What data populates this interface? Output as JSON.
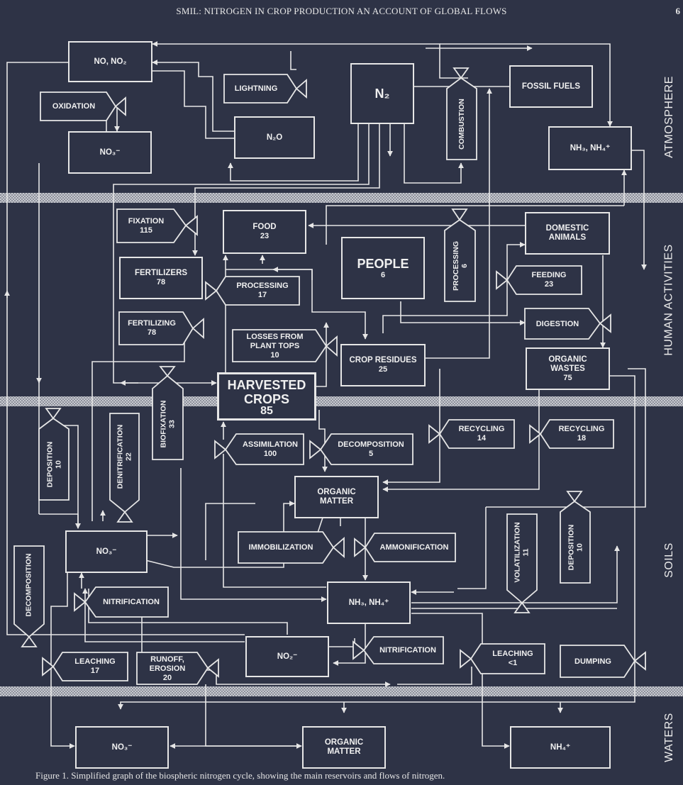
{
  "header": {
    "running_title": "SMIL: NITROGEN IN CROP PRODUCTION  AN ACCOUNT OF GLOBAL FLOWS",
    "page_number": "6"
  },
  "bands": {
    "atmosphere": "ATMOSPHERE",
    "human_activities": "HUMAN ACTIVITIES",
    "soils": "SOILS",
    "waters": "WATERS"
  },
  "atmosphere": {
    "no_no2": "NO, NO₂",
    "n2": "N₂",
    "n2o": "N₂O",
    "no3": "NO₃⁻",
    "nh3_nh4": "NH₃, NH₄⁺",
    "fossil_fuels": "FOSSIL FUELS",
    "lightning": "LIGHTNING",
    "oxidation": "OXIDATION",
    "combustion": "COMBUSTION"
  },
  "human": {
    "fixation": {
      "label": "FIXATION",
      "value": "115"
    },
    "food": {
      "label": "FOOD",
      "value": "23"
    },
    "people": {
      "label": "PEOPLE",
      "value": "6"
    },
    "processing_people": {
      "label": "PROCESSING",
      "value": "6"
    },
    "domestic_animals": "DOMESTIC ANIMALS",
    "fertilizers": {
      "label": "FERTILIZERS",
      "value": "78"
    },
    "processing": {
      "label": "PROCESSING",
      "value": "17"
    },
    "feeding": {
      "label": "FEEDING",
      "value": "23"
    },
    "fertilizing": {
      "label": "FERTILIZING",
      "value": "78"
    },
    "digestion": "DIGESTION",
    "losses": {
      "label": "LOSSES FROM PLANT TOPS",
      "value": "10"
    },
    "crop_residues": {
      "label": "CROP RESIDUES",
      "value": "25"
    },
    "organic_wastes": {
      "label": "ORGANIC WASTES",
      "value": "75"
    },
    "harvested_crops": {
      "label": "HARVESTED CROPS",
      "value": "85"
    },
    "biofixation": {
      "label": "BIOFIXATION",
      "value": "33"
    }
  },
  "soils": {
    "deposition_left": {
      "label": "DEPOSITION",
      "value": "10"
    },
    "denitrification": {
      "label": "DENITRIFICATION",
      "value": "22"
    },
    "assimilation": {
      "label": "ASSIMILATION",
      "value": "100"
    },
    "decomposition": {
      "label": "DECOMPOSITION",
      "value": "5"
    },
    "recycling_14": {
      "label": "RECYCLING",
      "value": "14"
    },
    "recycling_18": {
      "label": "RECYCLING",
      "value": "18"
    },
    "organic_matter": "ORGANIC MATTER",
    "no3": "NO₃⁻",
    "immobilization": "IMMOBILIZATION",
    "ammonification": "AMMONIFICATION",
    "volatilization": {
      "label": "VOLATILIZATION",
      "value": "11"
    },
    "deposition_right": {
      "label": "DEPOSITION",
      "value": "10"
    },
    "decomposition_left": "DECOMPOSITION",
    "nitrification_left": "NITRIFICATION",
    "nh3_nh4": "NH₃, NH₄⁺",
    "no2": "NO₂⁻",
    "nitrification_right": "NITRIFICATION",
    "leaching_17": {
      "label": "LEACHING",
      "value": "17"
    },
    "runoff": {
      "label": "RUNOFF, EROSION",
      "value": "20"
    },
    "leaching_lt1": {
      "label": "LEACHING",
      "value": "<1"
    },
    "dumping": "DUMPING"
  },
  "waters": {
    "no3": "NO₃⁻",
    "organic_matter": "ORGANIC MATTER",
    "nh4": "NH₄⁺"
  },
  "caption": "Figure 1.  Simplified graph of the biospheric nitrogen cycle, showing the main reservoirs and flows of nitrogen."
}
